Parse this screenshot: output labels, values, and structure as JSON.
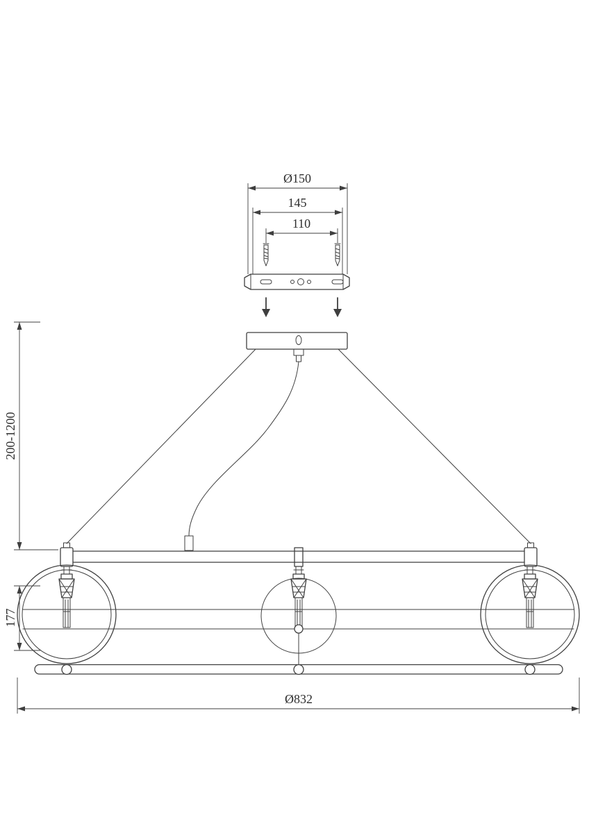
{
  "page": {
    "background": "#ffffff",
    "line_color": "#3f3f3f"
  },
  "drawing": {
    "dimensions": {
      "canopy_diameter": "Ø150",
      "bracket_length": "145",
      "screw_spacing": "110",
      "suspension_height": "200-1200",
      "lamp_height": "177",
      "fixture_width": "Ø832"
    }
  }
}
